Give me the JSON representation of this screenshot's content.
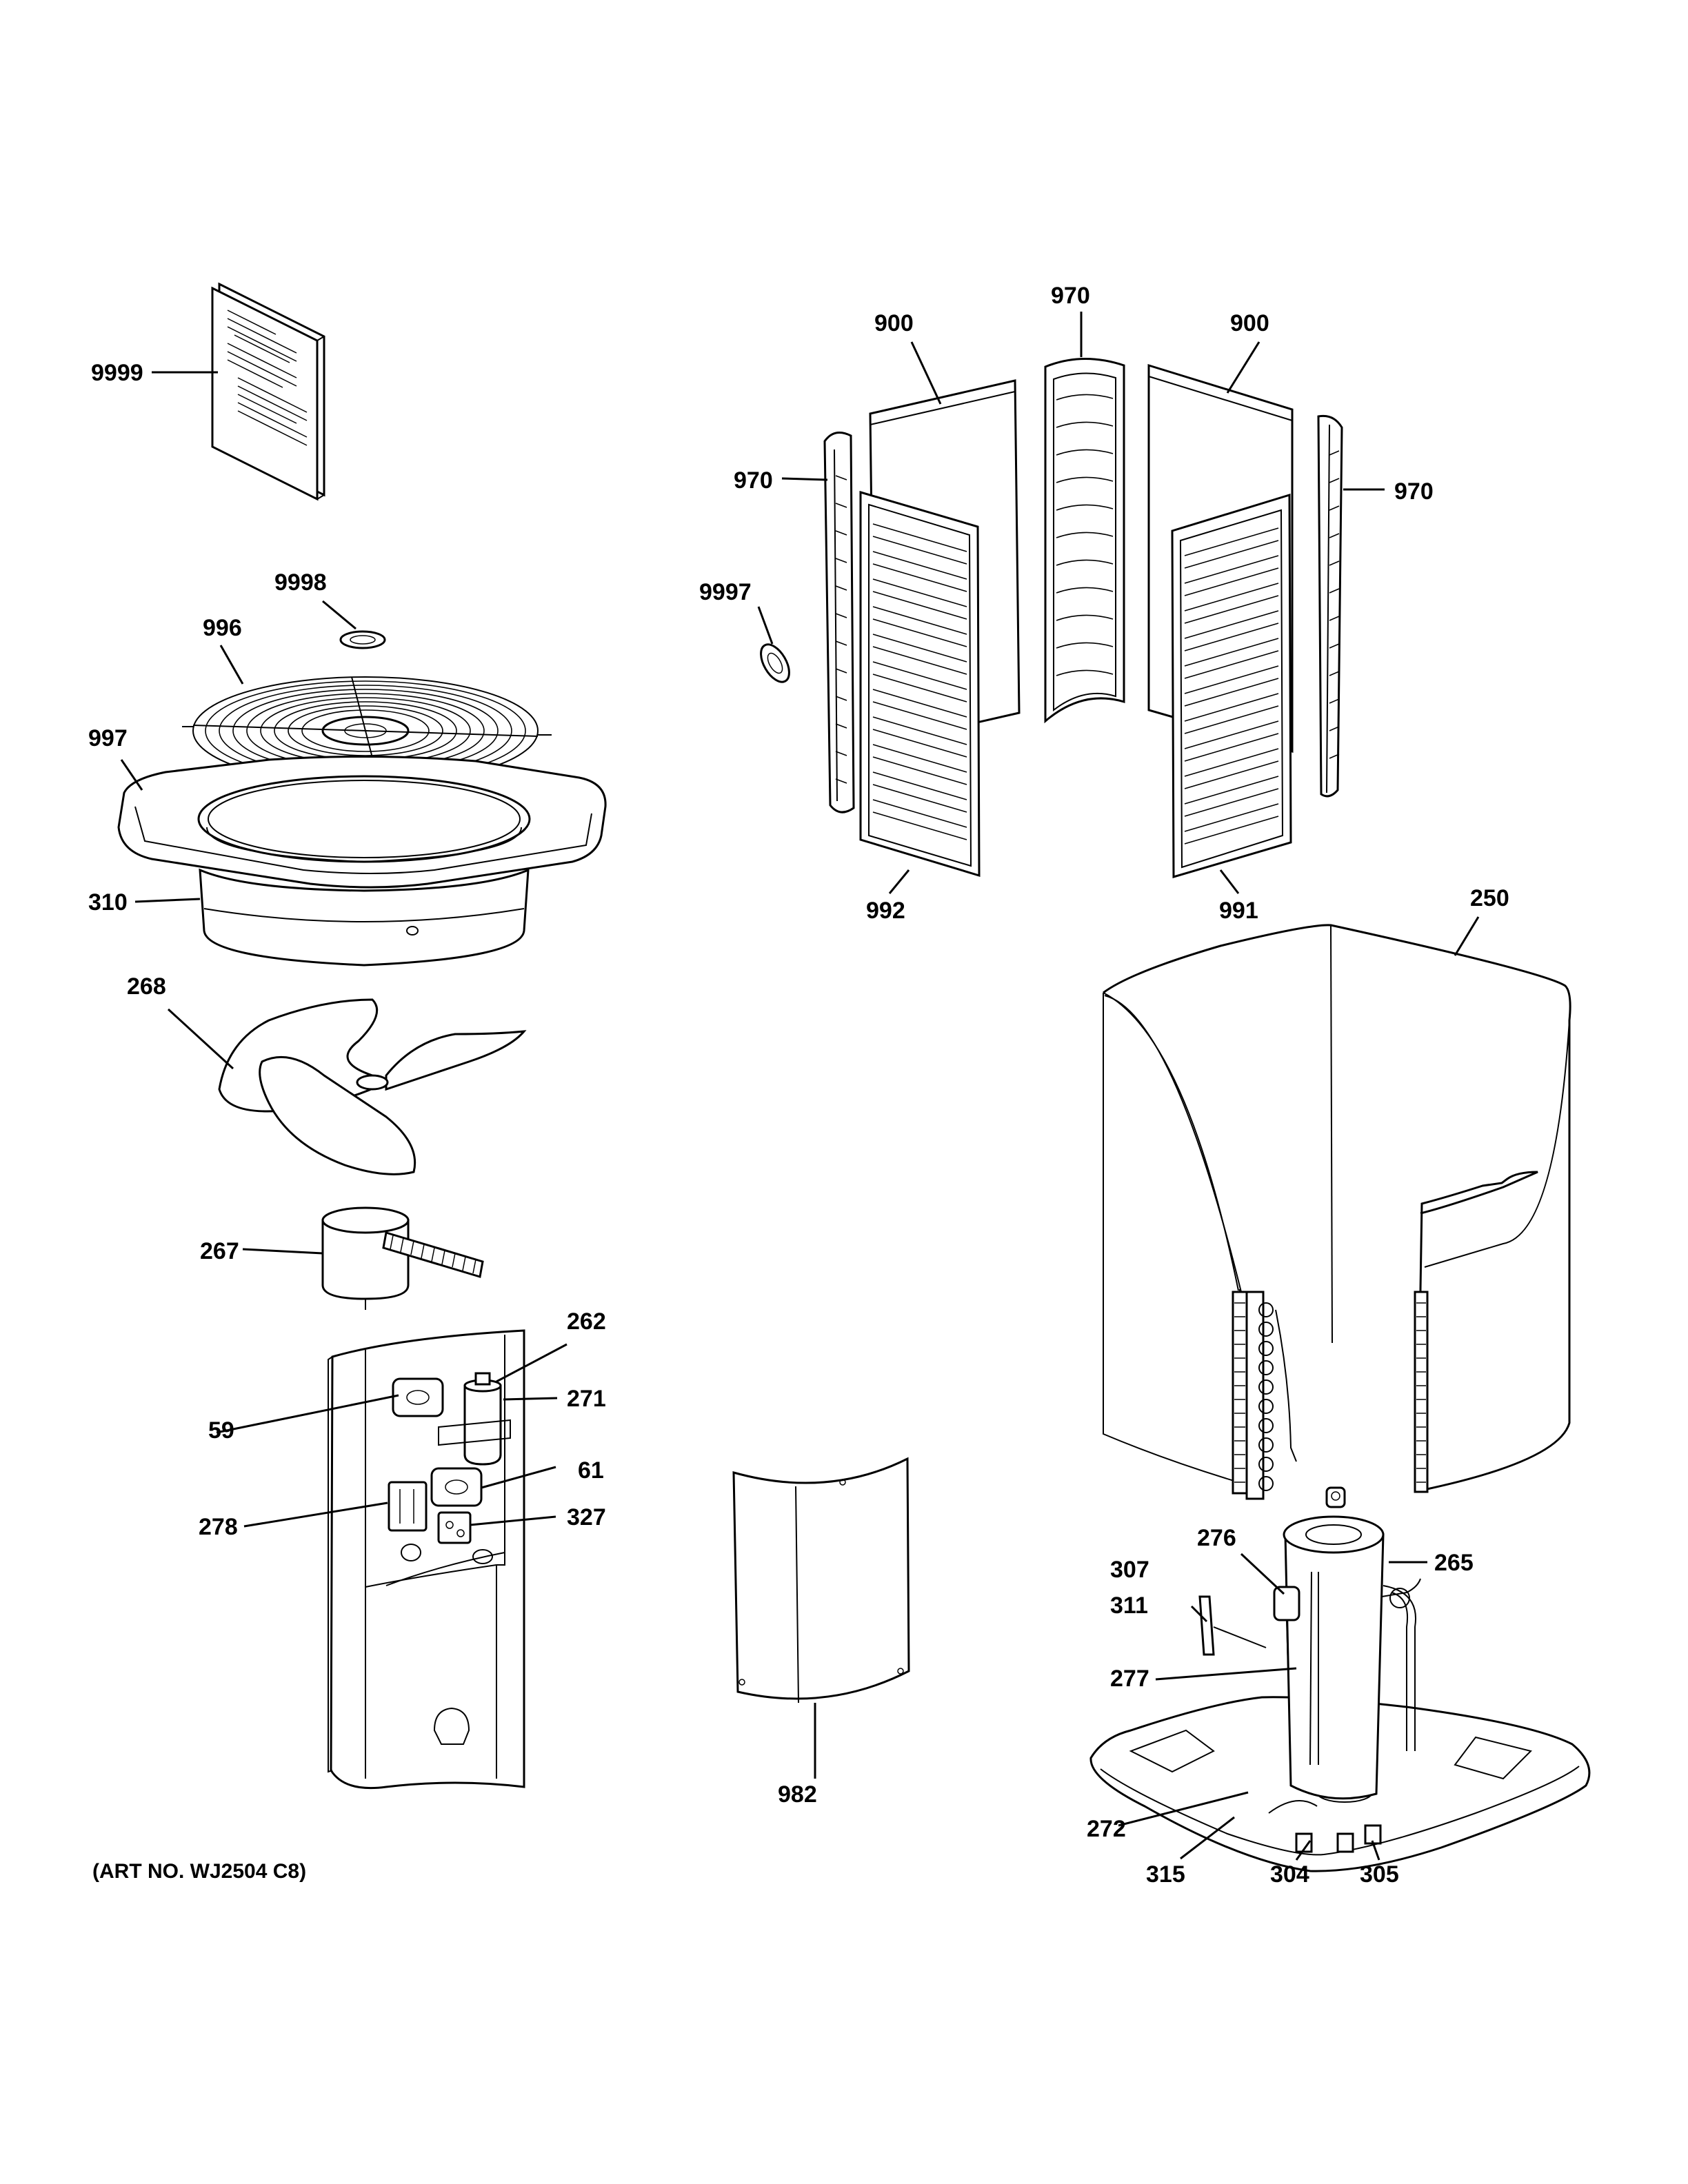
{
  "labels": {
    "p9999": "9999",
    "p9998": "9998",
    "p996": "996",
    "p997": "997",
    "p310": "310",
    "p268": "268",
    "p267": "267",
    "p262": "262",
    "p271": "271",
    "p59": "59",
    "p61": "61",
    "p278": "278",
    "p327": "327",
    "p900a": "900",
    "p900b": "900",
    "p970top": "970",
    "p970left": "970",
    "p970right": "970",
    "p9997": "9997",
    "p992": "992",
    "p991": "991",
    "p250": "250",
    "p982": "982",
    "p276": "276",
    "p265": "265",
    "p307": "307",
    "p311": "311",
    "p277": "277",
    "p272": "272",
    "p315": "315",
    "p304": "304",
    "p305": "305"
  },
  "art_number": "(ART NO. WJ2504 C8)"
}
